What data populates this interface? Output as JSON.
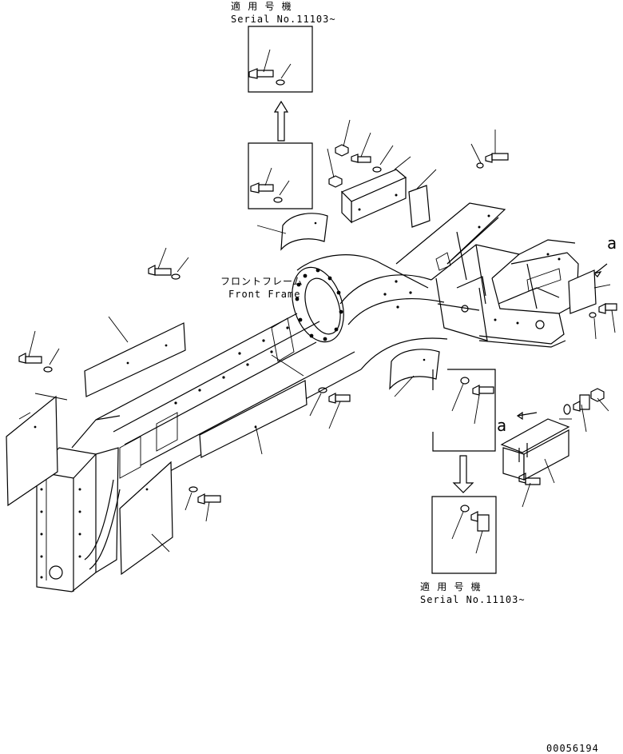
{
  "labels": {
    "serial_top_jp": "適 用 号 機",
    "serial_top": "Serial No.11103~",
    "serial_bottom_jp": "適 用 号 機",
    "serial_bottom": "Serial No.11103~",
    "front_frame_jp": "フロントフレーム",
    "front_frame": "Front Frame",
    "view_ref_right": "a",
    "view_ref_detail": "a",
    "drawing_number": "00056194"
  }
}
